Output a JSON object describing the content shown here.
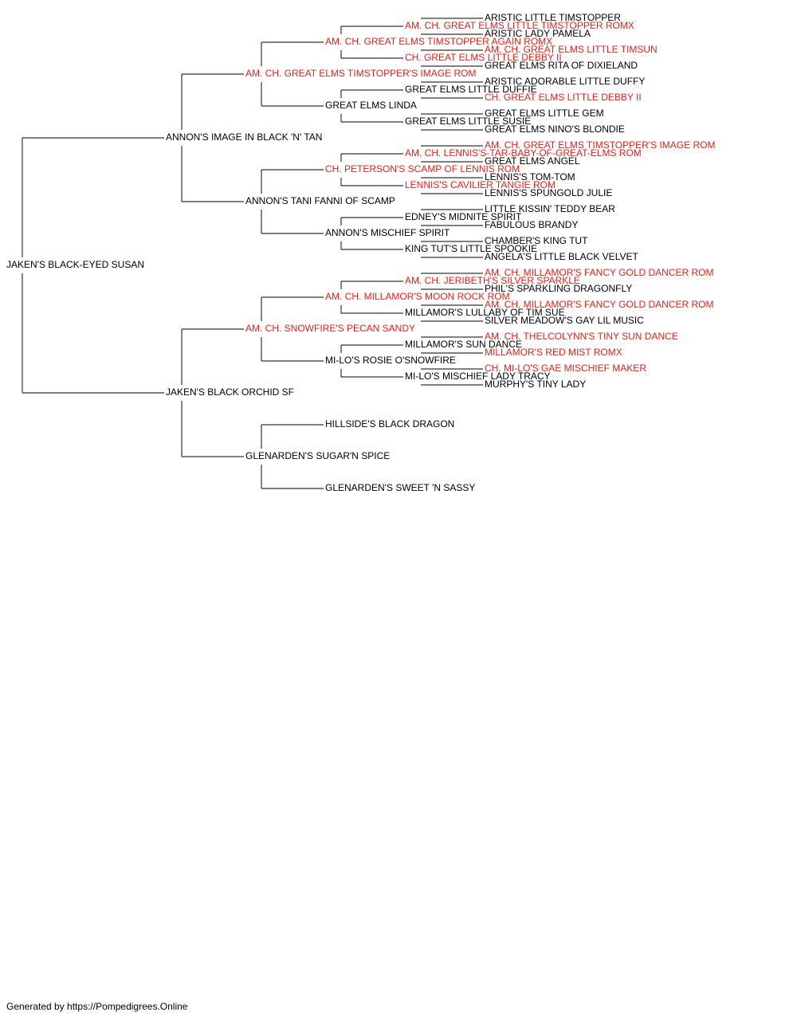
{
  "colors": {
    "champion": "#e8201a",
    "normal": "#000000",
    "line": "#333333"
  },
  "dog": {
    "name": "JAKEN'S BLACK-EYED SUSAN",
    "champion": false
  },
  "pedigree": [
    {
      "name": "ANNON'S IMAGE IN BLACK 'N' TAN",
      "champion": false
    },
    {
      "name": "JAKEN'S BLACK ORCHID SF",
      "champion": false
    },
    {
      "name": "AM. CH. GREAT ELMS TIMSTOPPER'S IMAGE ROM",
      "champion": true
    },
    {
      "name": "ANNON'S TANI FANNI OF SCAMP",
      "champion": false
    },
    {
      "name": "AM. CH. SNOWFIRE'S PECAN SANDY",
      "champion": true
    },
    {
      "name": "GLENARDEN'S SUGAR'N SPICE",
      "champion": false
    },
    {
      "name": "AM. CH. GREAT ELMS TIMSTOPPER AGAIN ROMX",
      "champion": true
    },
    {
      "name": "GREAT ELMS LINDA",
      "champion": false
    },
    {
      "name": "CH. PETERSON'S SCAMP OF LENNIS ROM",
      "champion": true
    },
    {
      "name": "ANNON'S MISCHIEF SPIRIT",
      "champion": false
    },
    {
      "name": "AM. CH. MILLAMOR'S MOON ROCK ROM",
      "champion": true
    },
    {
      "name": "MI-LO'S ROSIE O'SNOWFIRE",
      "champion": false
    },
    {
      "name": "HILLSIDE'S BLACK DRAGON",
      "champion": false
    },
    {
      "name": "GLENARDEN'S SWEET 'N SASSY",
      "champion": false
    },
    {
      "name": "AM. CH. GREAT ELMS LITTLE TIMSTOPPER ROMX",
      "champion": true
    },
    {
      "name": "CH. GREAT ELMS LITTLE DEBBY II",
      "champion": true
    },
    {
      "name": "GREAT ELMS LITTLE DUFFIE",
      "champion": false
    },
    {
      "name": "GREAT ELMS LITTLE SUSIE",
      "champion": false
    },
    {
      "name": "AM. CH. LENNIS'S-TAR-BABY-OF-GREAT-ELMS ROM",
      "champion": true
    },
    {
      "name": "LENNIS'S CAVILIER TANGIE ROM",
      "champion": true
    },
    {
      "name": "EDNEY'S MIDNITE SPIRIT",
      "champion": false
    },
    {
      "name": "KING TUT'S LITTLE SPOOKIE",
      "champion": false
    },
    {
      "name": "AM. CH. JERIBETH'S SILVER SPARKLE",
      "champion": true
    },
    {
      "name": "MILLAMOR'S LULLABY OF TIM SUE",
      "champion": false
    },
    {
      "name": "MILLAMOR'S SUN DANCE",
      "champion": false
    },
    {
      "name": "MI-LO'S MISCHIEF LADY TRACY",
      "champion": false
    },
    null,
    null,
    null,
    null,
    {
      "name": "ARISTIC LITTLE TIMSTOPPER",
      "champion": false
    },
    {
      "name": "ARISTIC LADY PAMELA",
      "champion": false
    },
    {
      "name": "AM. CH. GREAT ELMS LITTLE TIMSUN",
      "champion": true
    },
    {
      "name": "GREAT ELMS RITA OF DIXIELAND",
      "champion": false
    },
    {
      "name": "ARISTIC ADORABLE LITTLE DUFFY",
      "champion": false
    },
    {
      "name": "CH. GREAT ELMS LITTLE DEBBY II",
      "champion": true
    },
    {
      "name": "GREAT ELMS LITTLE GEM",
      "champion": false
    },
    {
      "name": "GREAT ELMS NINO'S BLONDIE",
      "champion": false
    },
    {
      "name": "AM. CH. GREAT ELMS TIMSTOPPER'S IMAGE ROM",
      "champion": true
    },
    {
      "name": "GREAT ELMS ANGEL",
      "champion": false
    },
    {
      "name": "LENNIS'S TOM-TOM",
      "champion": false
    },
    {
      "name": "LENNIS'S SPUNGOLD JULIE",
      "champion": false
    },
    {
      "name": "LITTLE KISSIN' TEDDY BEAR",
      "champion": false
    },
    {
      "name": "FABULOUS BRANDY",
      "champion": false
    },
    {
      "name": "CHAMBER'S KING TUT",
      "champion": false
    },
    {
      "name": "ANGELA'S LITTLE BLACK VELVET",
      "champion": false
    },
    {
      "name": "AM. CH. MILLAMOR'S FANCY GOLD DANCER ROM",
      "champion": true
    },
    {
      "name": "PHIL'S SPARKLING DRAGONFLY",
      "champion": false
    },
    {
      "name": "AM. CH. MILLAMOR'S FANCY GOLD DANCER ROM",
      "champion": true
    },
    {
      "name": "SILVER MEADOW'S GAY LIL MUSIC",
      "champion": false
    },
    {
      "name": "AM. CH. THELCOLYNN'S TINY SUN DANCE",
      "champion": true
    },
    {
      "name": "MILLAMOR'S RED MIST ROMX",
      "champion": true
    },
    {
      "name": "CH. MI-LO'S GAE MISCHIEF MAKER",
      "champion": true
    },
    {
      "name": "MURPHY'S TINY LADY",
      "champion": false
    }
  ],
  "footer": "Generated by https://Pompedigrees.Online"
}
